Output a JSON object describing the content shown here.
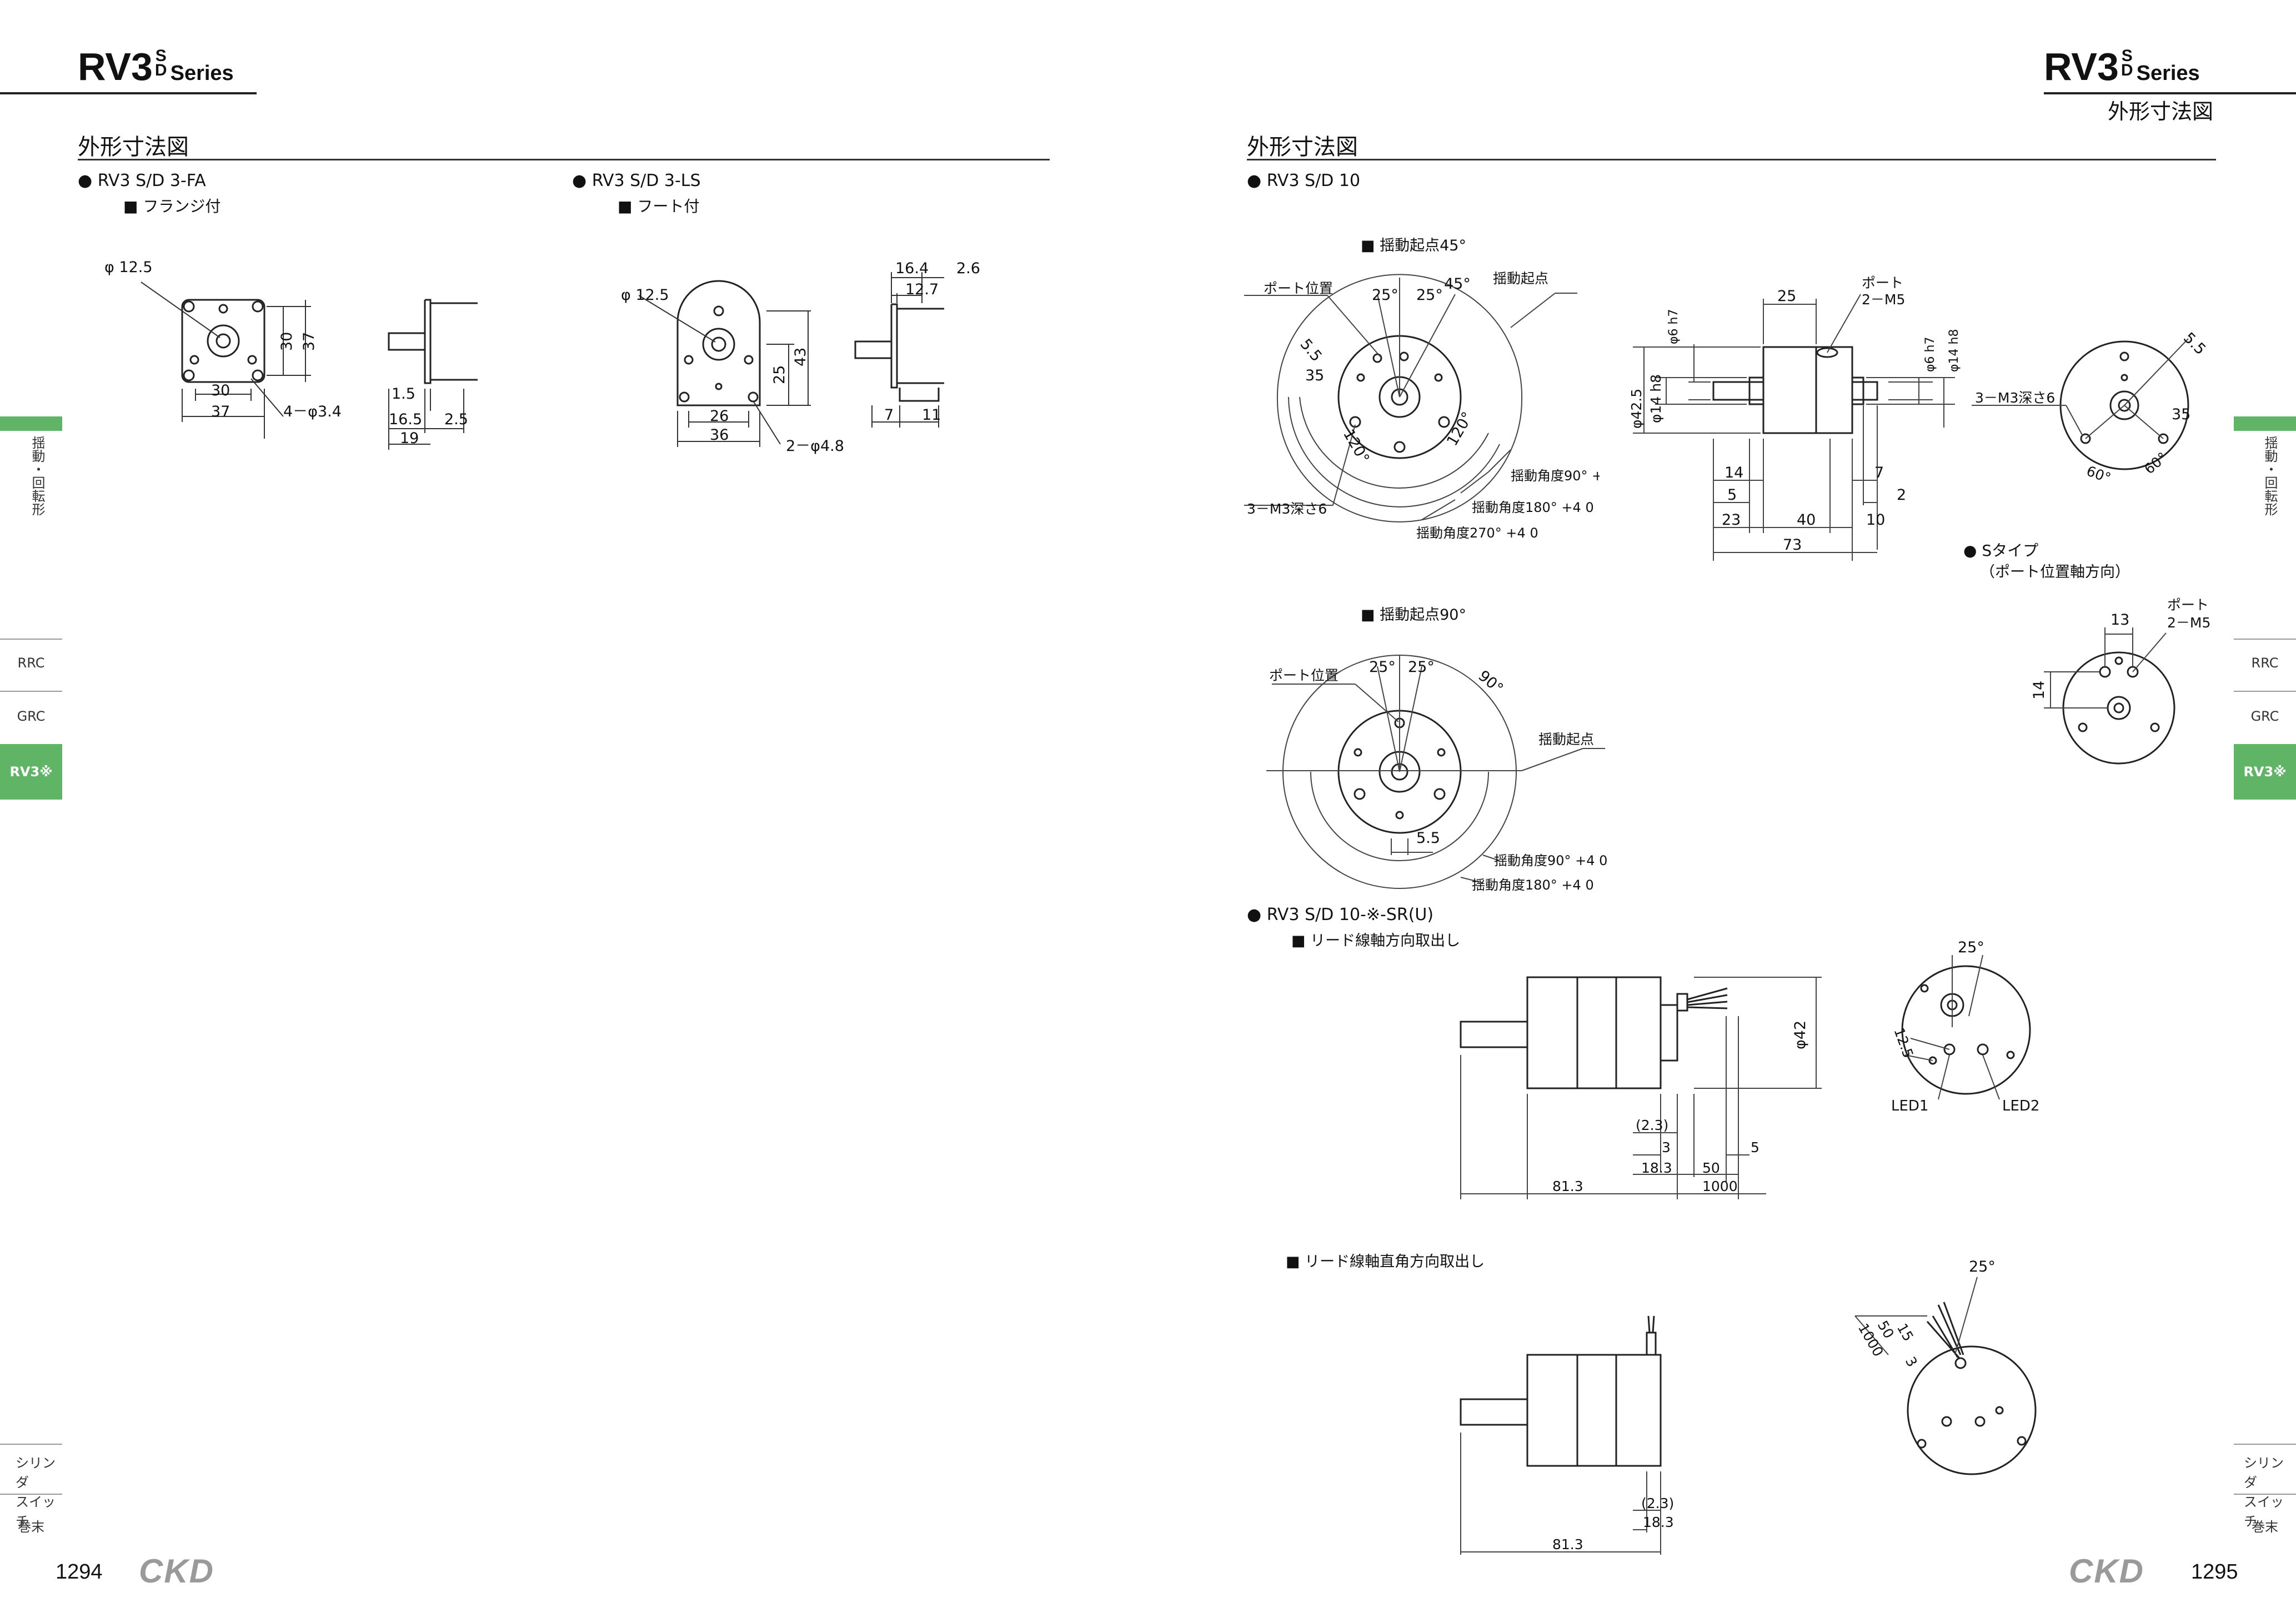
{
  "left": {
    "series": {
      "main": "RV3",
      "s": "S",
      "d": "D",
      "suffix": "Series"
    },
    "section_title": "外形寸法図",
    "page_number": "1294",
    "logo": "CKD",
    "fa": {
      "bullet": "RV3 S/D 3-FA",
      "sub": "フランジ付",
      "dims": {
        "phi": "φ 12.5",
        "d30v": "30",
        "d37v": "37",
        "d30h": "30",
        "d37h": "37",
        "holes": "4－φ3.4",
        "s15": "1.5",
        "s165": "16.5",
        "s19": "19",
        "s25": "2.5"
      }
    },
    "ls": {
      "bullet": "RV3 S/D 3-LS",
      "sub": "フート付",
      "dims": {
        "phi": "φ 12.5",
        "d25": "25",
        "d43": "43",
        "d26": "26",
        "d36": "36",
        "holes": "2－φ4.8",
        "s164": "16.4",
        "s127": "12.7",
        "s26": "2.6",
        "s7": "7",
        "s11": "11"
      }
    }
  },
  "right": {
    "series": {
      "main": "RV3",
      "s": "S",
      "d": "D",
      "suffix": "Series"
    },
    "header_sub": "外形寸法図",
    "section_title": "外形寸法図",
    "page_number": "1295",
    "logo": "CKD",
    "bullet_10": "RV3 S/D 10",
    "start45": {
      "label": "揺動起点45°",
      "port_pos": "ポート位置",
      "a25a": "25°",
      "a25b": "25°",
      "a45": "45°",
      "start": "揺動起点",
      "d55": "5.5",
      "d35": "35",
      "a120a": "120°",
      "a120b": "120°",
      "tap": "3－M3深さ6",
      "ang90": "揺動角度90° +4 0",
      "ang180": "揺動角度180° +4 0",
      "ang270": "揺動角度270° +4 0"
    },
    "side": {
      "d25": "25",
      "port": "ポート",
      "port2": "2－M5",
      "phi6": "φ6 h7",
      "phi14": "φ14 h8",
      "phi425": "φ42.5",
      "phi6r": "φ6 h7",
      "phi14r": "φ14 h8",
      "d14": "14",
      "d5": "5",
      "d23": "23",
      "d40": "40",
      "d10": "10",
      "d73": "73",
      "d7": "7",
      "d2": "2"
    },
    "back": {
      "tap": "3－M3深さ6",
      "d55": "5.5",
      "d35": "35",
      "a60a": "60°",
      "a60b": "60°"
    },
    "stype": {
      "title": "Sタイプ",
      "sub": "（ポート位置軸方向）",
      "d13": "13",
      "d14": "14",
      "port": "ポート",
      "port2": "2－M5"
    },
    "start90": {
      "label": "揺動起点90°",
      "port_pos": "ポート位置",
      "a25a": "25°",
      "a25b": "25°",
      "a90": "90°",
      "start": "揺動起点",
      "d55": "5.5",
      "ang90": "揺動角度90° +4 0",
      "ang180": "揺動角度180° +4 0"
    },
    "sr": {
      "bullet": "RV3 S/D 10-※-SR(U)",
      "axial": "リード線軸方向取出し",
      "phi42": "φ42",
      "d23": "(2.3)",
      "d3": "3",
      "d183": "18.3",
      "d5": "5",
      "d50": "50",
      "d813": "81.3",
      "d1000": "1000",
      "a25": "25°",
      "d125": "12.5",
      "led1": "LED1",
      "led2": "LED2",
      "perp": "リード線軸直角方向取出し",
      "p_a25": "25°",
      "p_d15": "15",
      "p_d50": "50",
      "p_d1000": "1000",
      "p_d3": "3",
      "p_d23": "(2.3)",
      "p_d183": "18.3",
      "p_d813": "81.3"
    }
  },
  "side_tabs": {
    "kanji": "揺動・回転形",
    "items": [
      "RRC",
      "GRC",
      "RV3※"
    ],
    "bottom1": "シリンダ\nスイッチ",
    "bottom2": "巻末"
  }
}
